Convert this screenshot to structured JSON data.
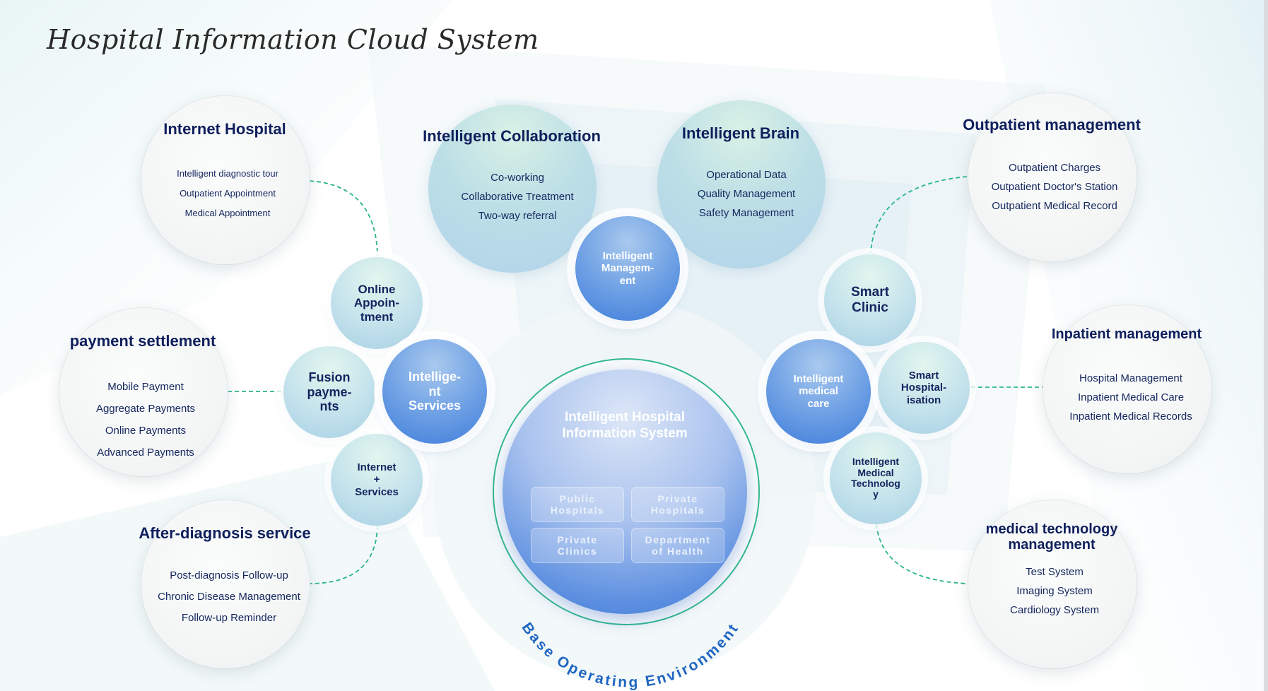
{
  "title": "Hospital Information Cloud System",
  "colors": {
    "title_text": "#0f1f5c",
    "connector": "#2bb58a",
    "accent_blue": "#3f7ddb",
    "ring": "#35b98f"
  },
  "panels": [
    {
      "id": "internet-hospital",
      "title": "Internet Hospital",
      "items": [
        "Intelligent diagnostic tour",
        "Outpatient Appointment",
        "Medical Appointment"
      ]
    },
    {
      "id": "payment-settlement",
      "title": "payment settlement",
      "items": [
        "Mobile Payment",
        "Aggregate Payments",
        "Online Payments",
        "Advanced Payments"
      ]
    },
    {
      "id": "after-diagnosis-service",
      "title": "After-diagnosis service",
      "items": [
        "Post-diagnosis Follow-up",
        "Chronic Disease Management",
        "Follow-up Reminder"
      ]
    },
    {
      "id": "outpatient-management",
      "title": "Outpatient management",
      "items": [
        "Outpatient Charges",
        "Outpatient Doctor's Station",
        "Outpatient Medical Record"
      ]
    },
    {
      "id": "inpatient-management",
      "title": "Inpatient management",
      "items": [
        "Hospital Management",
        "Inpatient Medical Care",
        "Inpatient Medical Records"
      ]
    },
    {
      "id": "medical-technology-management",
      "title": "medical technology\nmanagement",
      "items": [
        "Test System",
        "Imaging System",
        "Cardiology System"
      ]
    }
  ],
  "features": [
    {
      "id": "intelligent-collaboration",
      "title": "Intelligent Collaboration",
      "items": [
        "Co-working",
        "Collaborative Treatment",
        "Two-way referral"
      ]
    },
    {
      "id": "intelligent-brain",
      "title": "Intelligent Brain",
      "items": [
        "Operational Data",
        "Quality Management",
        "Safety Management"
      ]
    }
  ],
  "nodes": [
    {
      "id": "online-appointment",
      "label": "Online\nAppoin-\ntment"
    },
    {
      "id": "fusion-payments",
      "label": "Fusion\npayme-\nnts"
    },
    {
      "id": "internet-services",
      "label": "Internet\n+\nServices"
    },
    {
      "id": "intelligent-services",
      "label": "Intellige-\nnt\nServices"
    },
    {
      "id": "intelligent-management",
      "label": "Intelligent\nManagem-\nent"
    },
    {
      "id": "smart-clinic",
      "label": "Smart\nClinic"
    },
    {
      "id": "intelligent-medical-care",
      "label": "Intelligent\nmedical\ncare"
    },
    {
      "id": "smart-hospitalisation",
      "label": "Smart\nHospital-\nisation"
    },
    {
      "id": "intelligent-medical-technology",
      "label": "Intelligent\nMedical\nTechnolog\ny"
    }
  ],
  "center": {
    "title": "Intelligent Hospital\nInformation System",
    "tiles": [
      "Public\nHospitals",
      "Private\nHospitals",
      "Private\nClinics",
      "Department\nof Health"
    ],
    "arc_text": "Base Operating Environment"
  }
}
